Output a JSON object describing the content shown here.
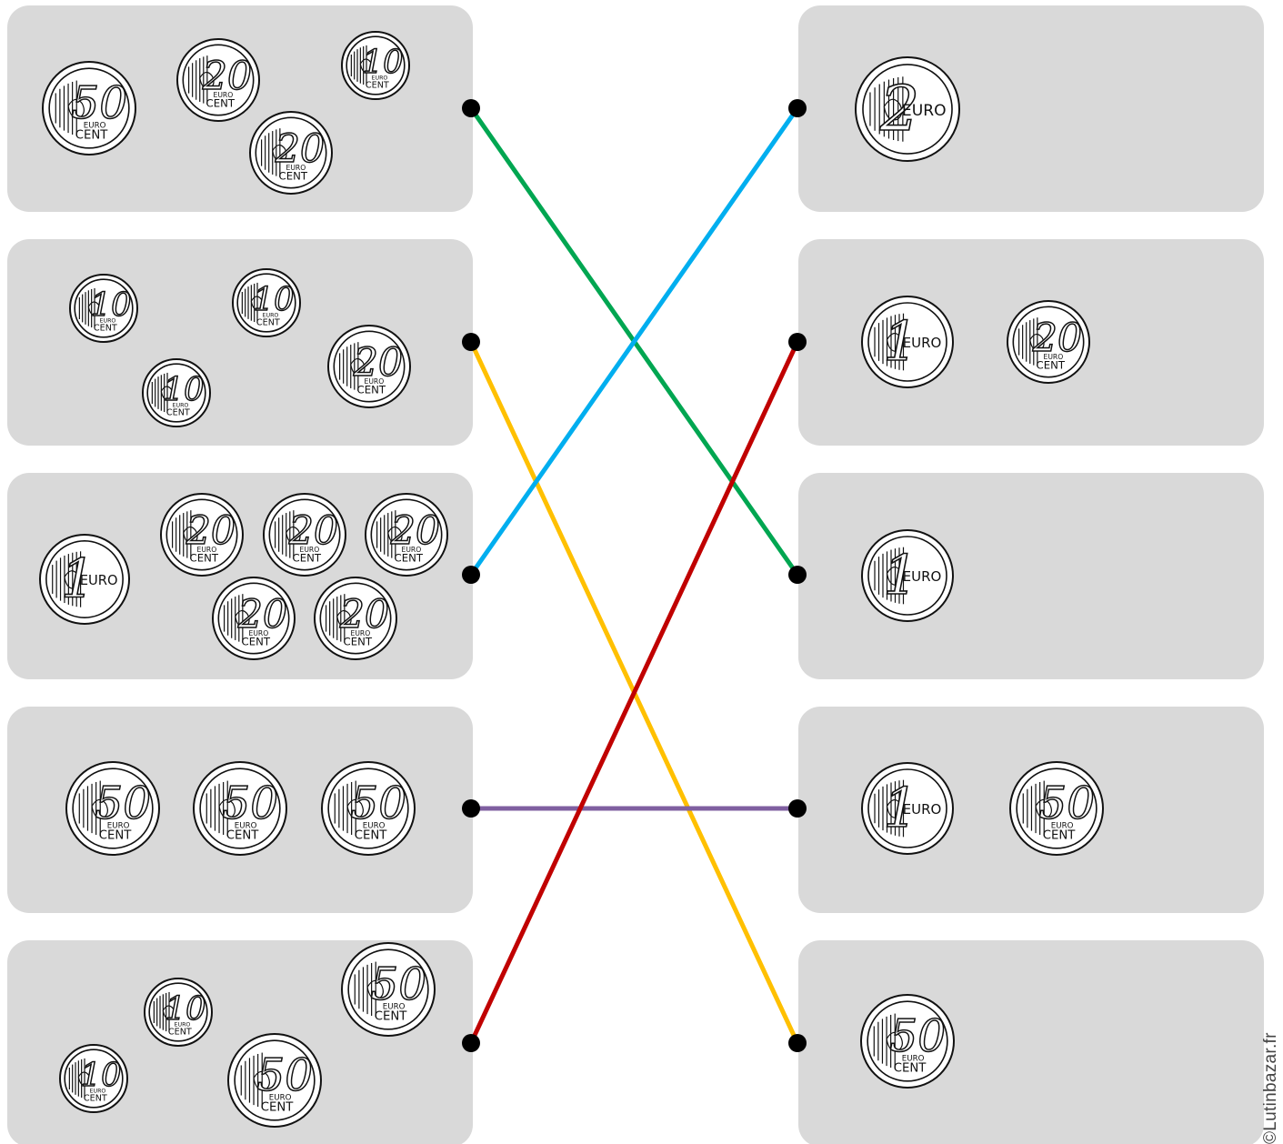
{
  "credit": "©Lutinbazar.fr",
  "coin_text": {
    "euro": "EURO",
    "cent": "CENT"
  },
  "line_colors": {
    "green": "#00a651",
    "blue": "#00aeef",
    "yellow": "#ffc000",
    "red": "#c00000",
    "purple": "#7f5fa0"
  },
  "box_color": "#d9d9d9",
  "left_boxes": [
    {
      "coins": [
        "50c",
        "20c",
        "10c",
        "20c"
      ]
    },
    {
      "coins": [
        "10c",
        "10c",
        "20c",
        "10c"
      ]
    },
    {
      "coins": [
        "1e",
        "20c",
        "20c",
        "20c",
        "20c",
        "20c"
      ]
    },
    {
      "coins": [
        "50c",
        "50c",
        "50c"
      ]
    },
    {
      "coins": [
        "10c",
        "50c",
        "10c",
        "50c"
      ]
    }
  ],
  "right_boxes": [
    {
      "coins": [
        "2e"
      ]
    },
    {
      "coins": [
        "1e",
        "20c"
      ]
    },
    {
      "coins": [
        "1e"
      ]
    },
    {
      "coins": [
        "1e",
        "50c"
      ]
    },
    {
      "coins": [
        "50c"
      ]
    }
  ],
  "connections": [
    {
      "from": 0,
      "to": 2,
      "color": "green"
    },
    {
      "from": 1,
      "to": 4,
      "color": "yellow"
    },
    {
      "from": 2,
      "to": 0,
      "color": "blue"
    },
    {
      "from": 3,
      "to": 3,
      "color": "purple"
    },
    {
      "from": 4,
      "to": 1,
      "color": "red"
    }
  ]
}
